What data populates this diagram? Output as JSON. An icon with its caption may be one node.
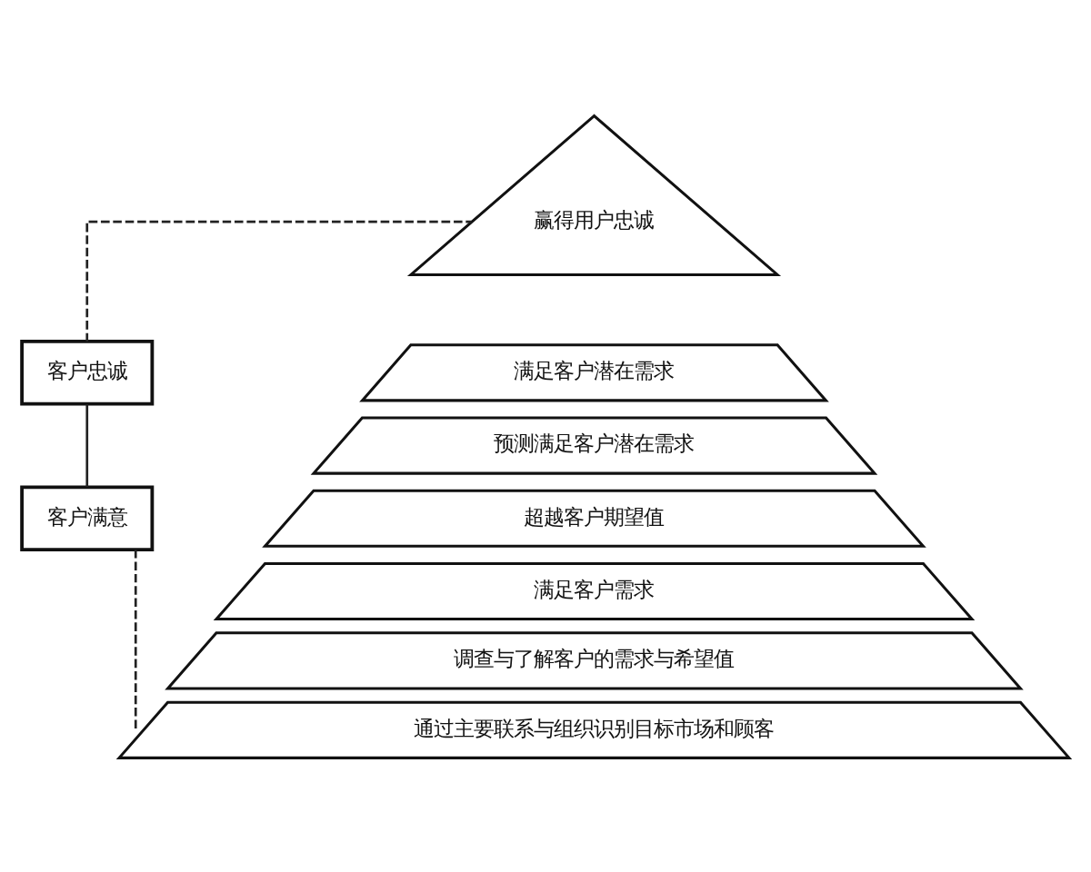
{
  "diagram": {
    "nodes": [
      {
        "text": [
          "客户忠诚"
        ]
      },
      {
        "text": [
          "客户满意"
        ]
      },
      {
        "text": [
          "赢得用户忠诚"
        ]
      },
      {
        "text": [
          "满足客户潜在需求"
        ]
      },
      {
        "text": [
          "预测满足客户潜在需求"
        ]
      },
      {
        "text": [
          "超越客户期望值"
        ]
      },
      {
        "text": [
          "满足客户需求"
        ]
      },
      {
        "text": [
          "调查与了解客户的需求与希望值"
        ]
      },
      {
        "text": [
          "通过主要联系与组织识别目标市场和顾客"
        ]
      }
    ],
    "edges": [
      {
        "from": 0,
        "to": 2,
        "arrow": "none",
        "style": "dashed"
      },
      {
        "from": 0,
        "to": 1,
        "arrow": "none"
      },
      {
        "from": 1,
        "to": 8,
        "arrow": "none",
        "style": "dashed"
      }
    ]
  }
}
